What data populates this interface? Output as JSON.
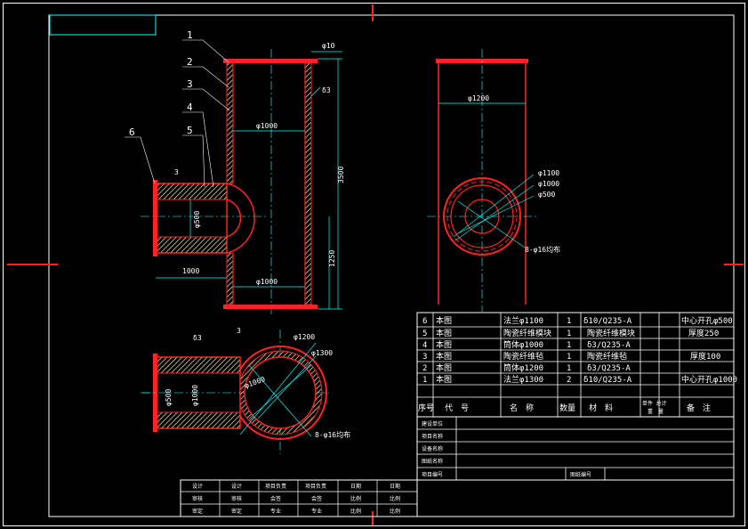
{
  "leader_numbers": [
    "1",
    "2",
    "3",
    "4",
    "5",
    "6"
  ],
  "front_view": {
    "d_top": "φ10",
    "d_main": "φ1000",
    "d_bottom": "φ1000",
    "thk_right": "δ3",
    "height_total": "3500",
    "height_lower": "1250",
    "branch_dia": "φ500",
    "branch_len": "1000",
    "weld_mark": "3"
  },
  "side_view": {
    "top_dia": "φ1200",
    "d1": "φ1100",
    "d2": "φ1000",
    "d3": "φ500",
    "holes": "8-φ16均布"
  },
  "plan_view": {
    "thk": "δ3",
    "weld_mark": "3",
    "d_outer1": "φ1200",
    "d_outer2": "φ1300",
    "d_inner": "φ1000",
    "branch_d1": "φ500",
    "branch_d2": "φ1000",
    "holes": "8-φ16均布"
  },
  "bom": {
    "rows": [
      {
        "no": "6",
        "code": "本图",
        "name": "法兰φ1100",
        "qty": "1",
        "material": "δ10/Q235-A",
        "note": "中心开孔φ500"
      },
      {
        "no": "5",
        "code": "本图",
        "name": "陶瓷纤维模块",
        "qty": "1",
        "material": "陶瓷纤维模块",
        "note": "厚度250"
      },
      {
        "no": "4",
        "code": "本图",
        "name": "筒体φ1000",
        "qty": "1",
        "material": "δ3/Q235-A",
        "note": ""
      },
      {
        "no": "3",
        "code": "本图",
        "name": "陶瓷纤维毡",
        "qty": "1",
        "material": "陶瓷纤维毡",
        "note": "厚度100"
      },
      {
        "no": "2",
        "code": "本图",
        "name": "筒体φ1200",
        "qty": "1",
        "material": "δ3/Q235-A",
        "note": ""
      },
      {
        "no": "1",
        "code": "本图",
        "name": "法兰φ1300",
        "qty": "2",
        "material": "δ10/Q235-A",
        "note": "中心开孔φ1000"
      }
    ],
    "headers": {
      "no": "序号",
      "code": "代　号",
      "name": "名　称",
      "qty": "数量",
      "material": "材　料",
      "weight_top": "单件 总计",
      "weight_bottom": "重　量",
      "note": "备　注"
    }
  },
  "title_block": {
    "fields": [
      "建设单位",
      "项目名称",
      "设备名称",
      "图纸名称",
      "项目编号"
    ],
    "drawing_no_label": "图纸编号"
  },
  "sign_block": {
    "row1": [
      "设计",
      "设计",
      "项目负责",
      "项目负责",
      "日期",
      "日期"
    ],
    "row2": [
      "审核",
      "审核",
      "会签",
      "会签",
      "比例",
      "比例"
    ],
    "row3": [
      "审定",
      "审定",
      "专业",
      "专业",
      "比例",
      "比例"
    ]
  }
}
